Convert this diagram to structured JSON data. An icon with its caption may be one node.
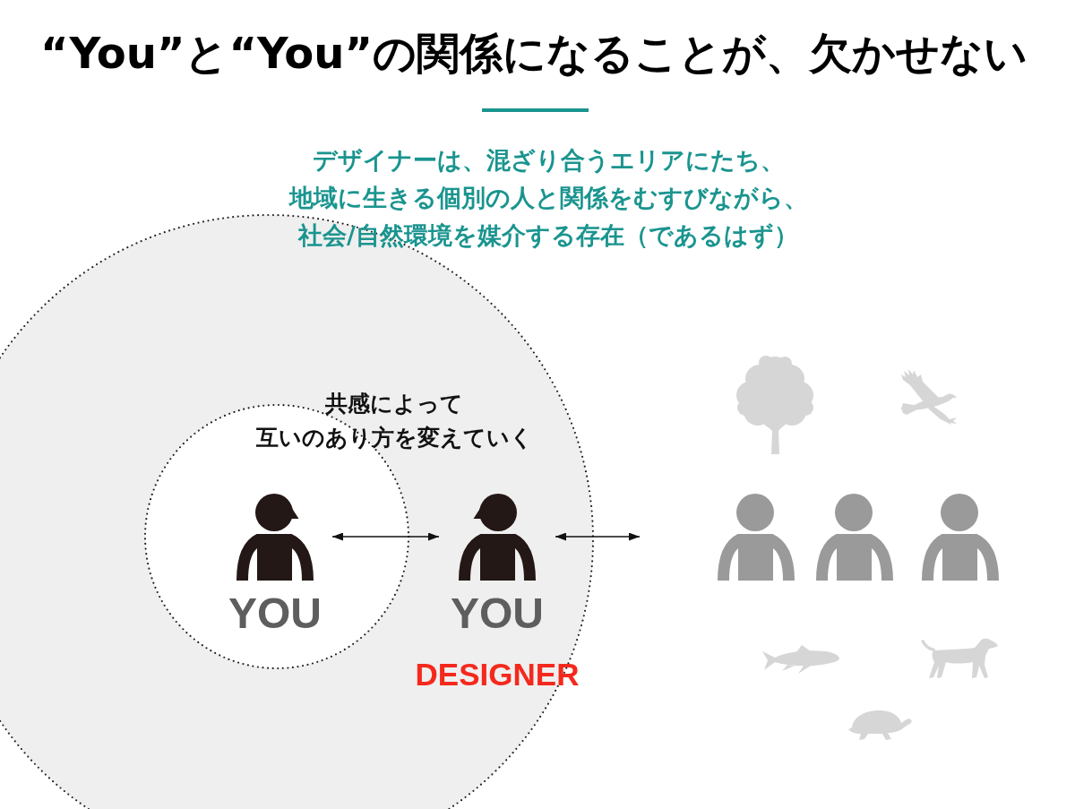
{
  "diagram": {
    "title": "“You”と“You”の関係になることが、欠かせない",
    "nodes": [
      {
        "text": [],
        "shape": "circle"
      },
      {
        "text": [],
        "shape": "circle",
        "in": 0
      },
      {
        "text": [
          "YOU"
        ],
        "in": 1
      },
      {
        "text": [
          "YOU"
        ],
        "beside": [
          "DESIGNER"
        ],
        "in": 0
      },
      {
        "text": [],
        "shape": "person"
      },
      {
        "text": [],
        "shape": "person"
      },
      {
        "text": [],
        "shape": "person"
      }
    ],
    "edges": [
      {
        "from": 2,
        "to": 3,
        "arrow": "both"
      },
      {
        "from": 3,
        "to": null,
        "arrow": "both"
      }
    ],
    "labels": [
      "デザイナーは、混ざり合うエリアにたち、地域に生きる個別の人と関係をむすびながら、社会/自然環境を媒介する存在（であるはず）",
      "共感によって互いのあり方を変えていく"
    ]
  }
}
